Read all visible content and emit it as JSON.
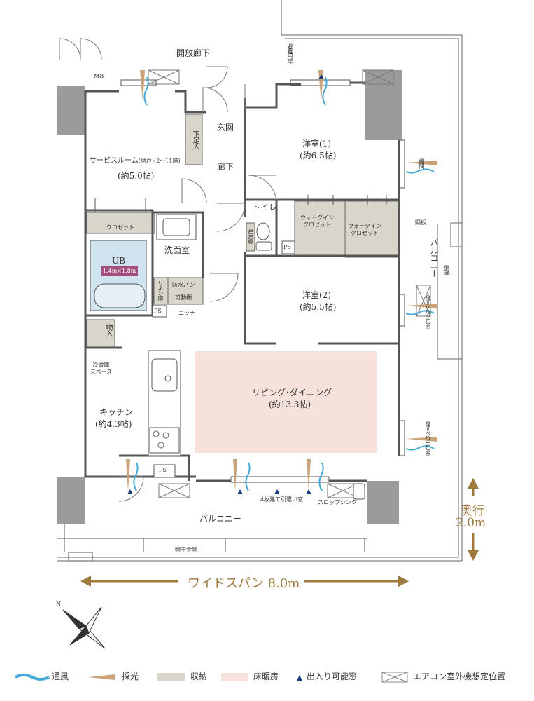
{
  "labels": {
    "open_corridor": "開放廊下",
    "mb": "MB",
    "evac_door": "避難用扉",
    "entrance": "玄関",
    "shoe_box": "下足入",
    "corridor": "廊下",
    "service_room": "サービスルーム",
    "service_room_note": "(納戸)(2～11階)",
    "service_room_area": "(約5.0帖)",
    "western1": "洋室(1)",
    "western1_area": "(約6.5帖)",
    "western2": "洋室(2)",
    "western2_area": "(約5.5帖)",
    "toilet": "トイレ",
    "hanging_shelf": "吊戸棚",
    "walkin1": "ウォークイン\nクロゼット",
    "walkin2": "ウォークイン\nクロゼット",
    "closet": "クロゼット",
    "washroom": "洗面室",
    "ub": "UB",
    "ub_size": "1.4m×1.8m",
    "linen": "リネン庫",
    "waterproof_pan": "防水パン",
    "movable_shelf": "可動棚",
    "niche": "ニッチ",
    "ps1": "PS",
    "ps2": "PS",
    "ps3": "PS",
    "storage": "物入",
    "fridge_space": "冷蔵庫\nスペース",
    "kitchen": "キッチン",
    "kitchen_area": "(約4.3帖)",
    "living": "リビング･ダイニング",
    "living_area": "(約13.3帖)",
    "balcony_bottom": "バルコニー",
    "balcony_right": "バルコニー",
    "sliding_window": "4枚建て引違い窓",
    "slop_sink": "スロップシンク",
    "clothes_hanger": "物干金物",
    "partition": "隔板",
    "gutter": "側溝",
    "vertical_slide_window1": "縦すべり出し窓",
    "vertical_slide_window2": "縦すべり出し窓",
    "transom": "欄間"
  },
  "dimensions": {
    "wide_span": "ワイドスパン 8.0m",
    "depth_label": "奥行",
    "depth_value": "2.0m"
  },
  "compass": {
    "north": "N"
  },
  "legend": {
    "items": [
      {
        "label": "通風",
        "swatch": "wind"
      },
      {
        "label": "採光",
        "swatch": "light"
      },
      {
        "label": "収納",
        "swatch": "storage"
      },
      {
        "label": "床暖房",
        "swatch": "floorheat"
      },
      {
        "label": "出入り可能窓",
        "swatch": "triangle"
      },
      {
        "label": "エアコン室外機想定位置",
        "swatch": "aircon"
      }
    ]
  },
  "colors": {
    "wall": "#9b9b9b",
    "storage": "#d8d6ca",
    "floor_heating": "#f6e2da",
    "bath": "#cfe4ef",
    "bath_label_bg": "#a0507b",
    "accent": "#a07a3c",
    "wind": "#44a9d8"
  }
}
